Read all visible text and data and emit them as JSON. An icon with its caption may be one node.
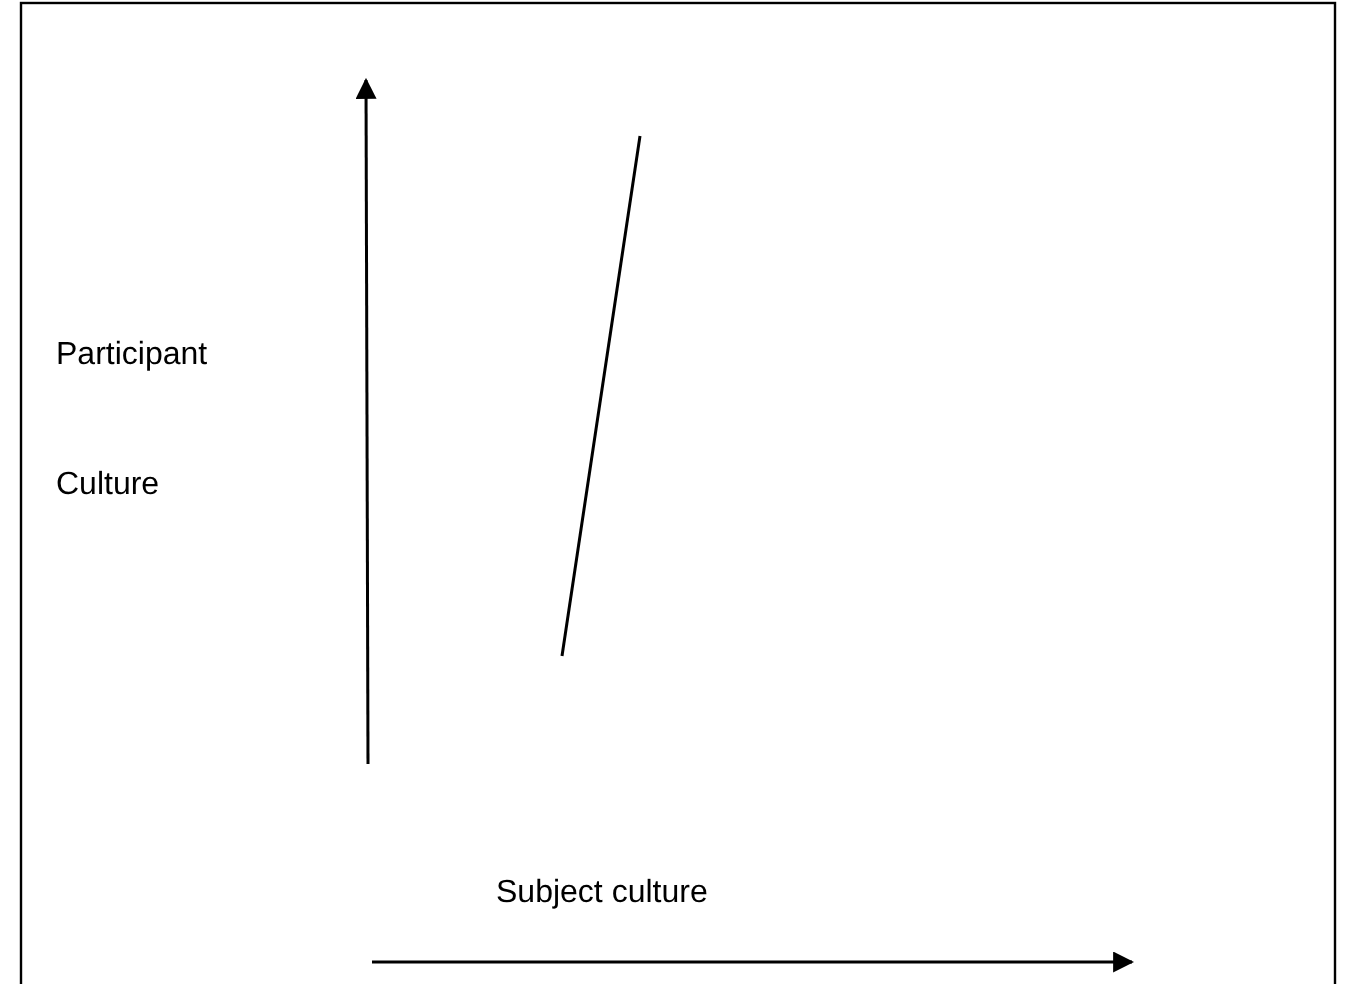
{
  "diagram": {
    "labels": [
      "Participant",
      "Culture",
      "Subject culture"
    ]
  }
}
